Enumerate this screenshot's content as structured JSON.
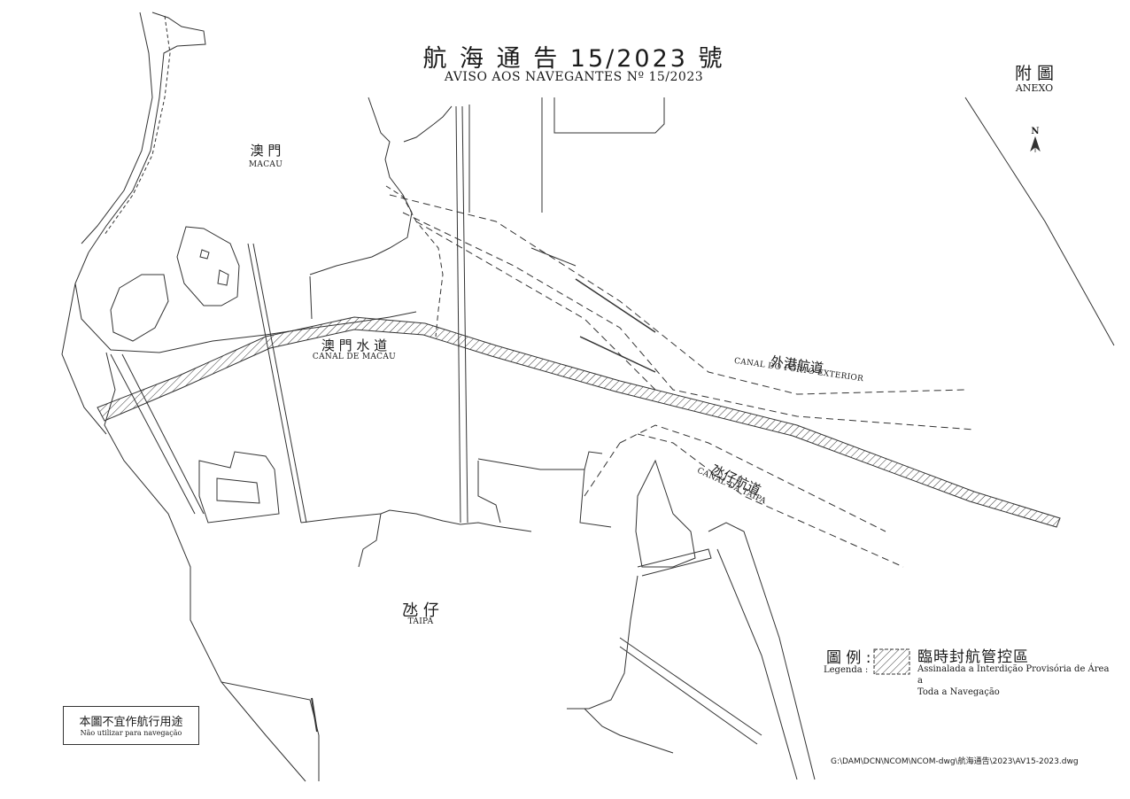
{
  "title": {
    "zh": "航 海 通 告 15/2023 號",
    "pt": "AVISO AOS NAVEGANTES Nº 15/2023"
  },
  "annex": {
    "zh": "附 圖",
    "pt": "ANEXO"
  },
  "north_arrow": {
    "label": "N",
    "icon": "north-arrow-icon"
  },
  "places": {
    "macau": {
      "zh": "澳 門",
      "pt": "MACAU"
    },
    "canal_macau": {
      "zh": "澳 門 水 道",
      "pt": "CANAL DE MACAU"
    },
    "taipa": {
      "zh": "氹 仔",
      "pt": "TAIPA"
    },
    "canal_porto_exterior": {
      "zh": "外港航道",
      "pt": "CANAL DO PORTO EXTERIOR"
    },
    "canal_taipa": {
      "zh": "氹仔航道",
      "pt": "CANAL DA TAIPA"
    }
  },
  "legend": {
    "title_zh": "圖 例 :",
    "label_pt": "Legenda :",
    "area_zh": "臨時封航管控區",
    "area_pt_line1": "Assinalada a Interdição Provisória de Área a",
    "area_pt_line2": "Toda a Navegação",
    "hatch_color": "#333333"
  },
  "disclaimer": {
    "zh": "本圖不宜作航行用途",
    "pt": "Não utilizar para navegação"
  },
  "file_path": "G:\\DAM\\DCN\\NCOM\\NCOM-dwg\\航海通告\\2023\\AV15-2023.dwg",
  "colors": {
    "line": "#333333",
    "background": "#ffffff"
  }
}
